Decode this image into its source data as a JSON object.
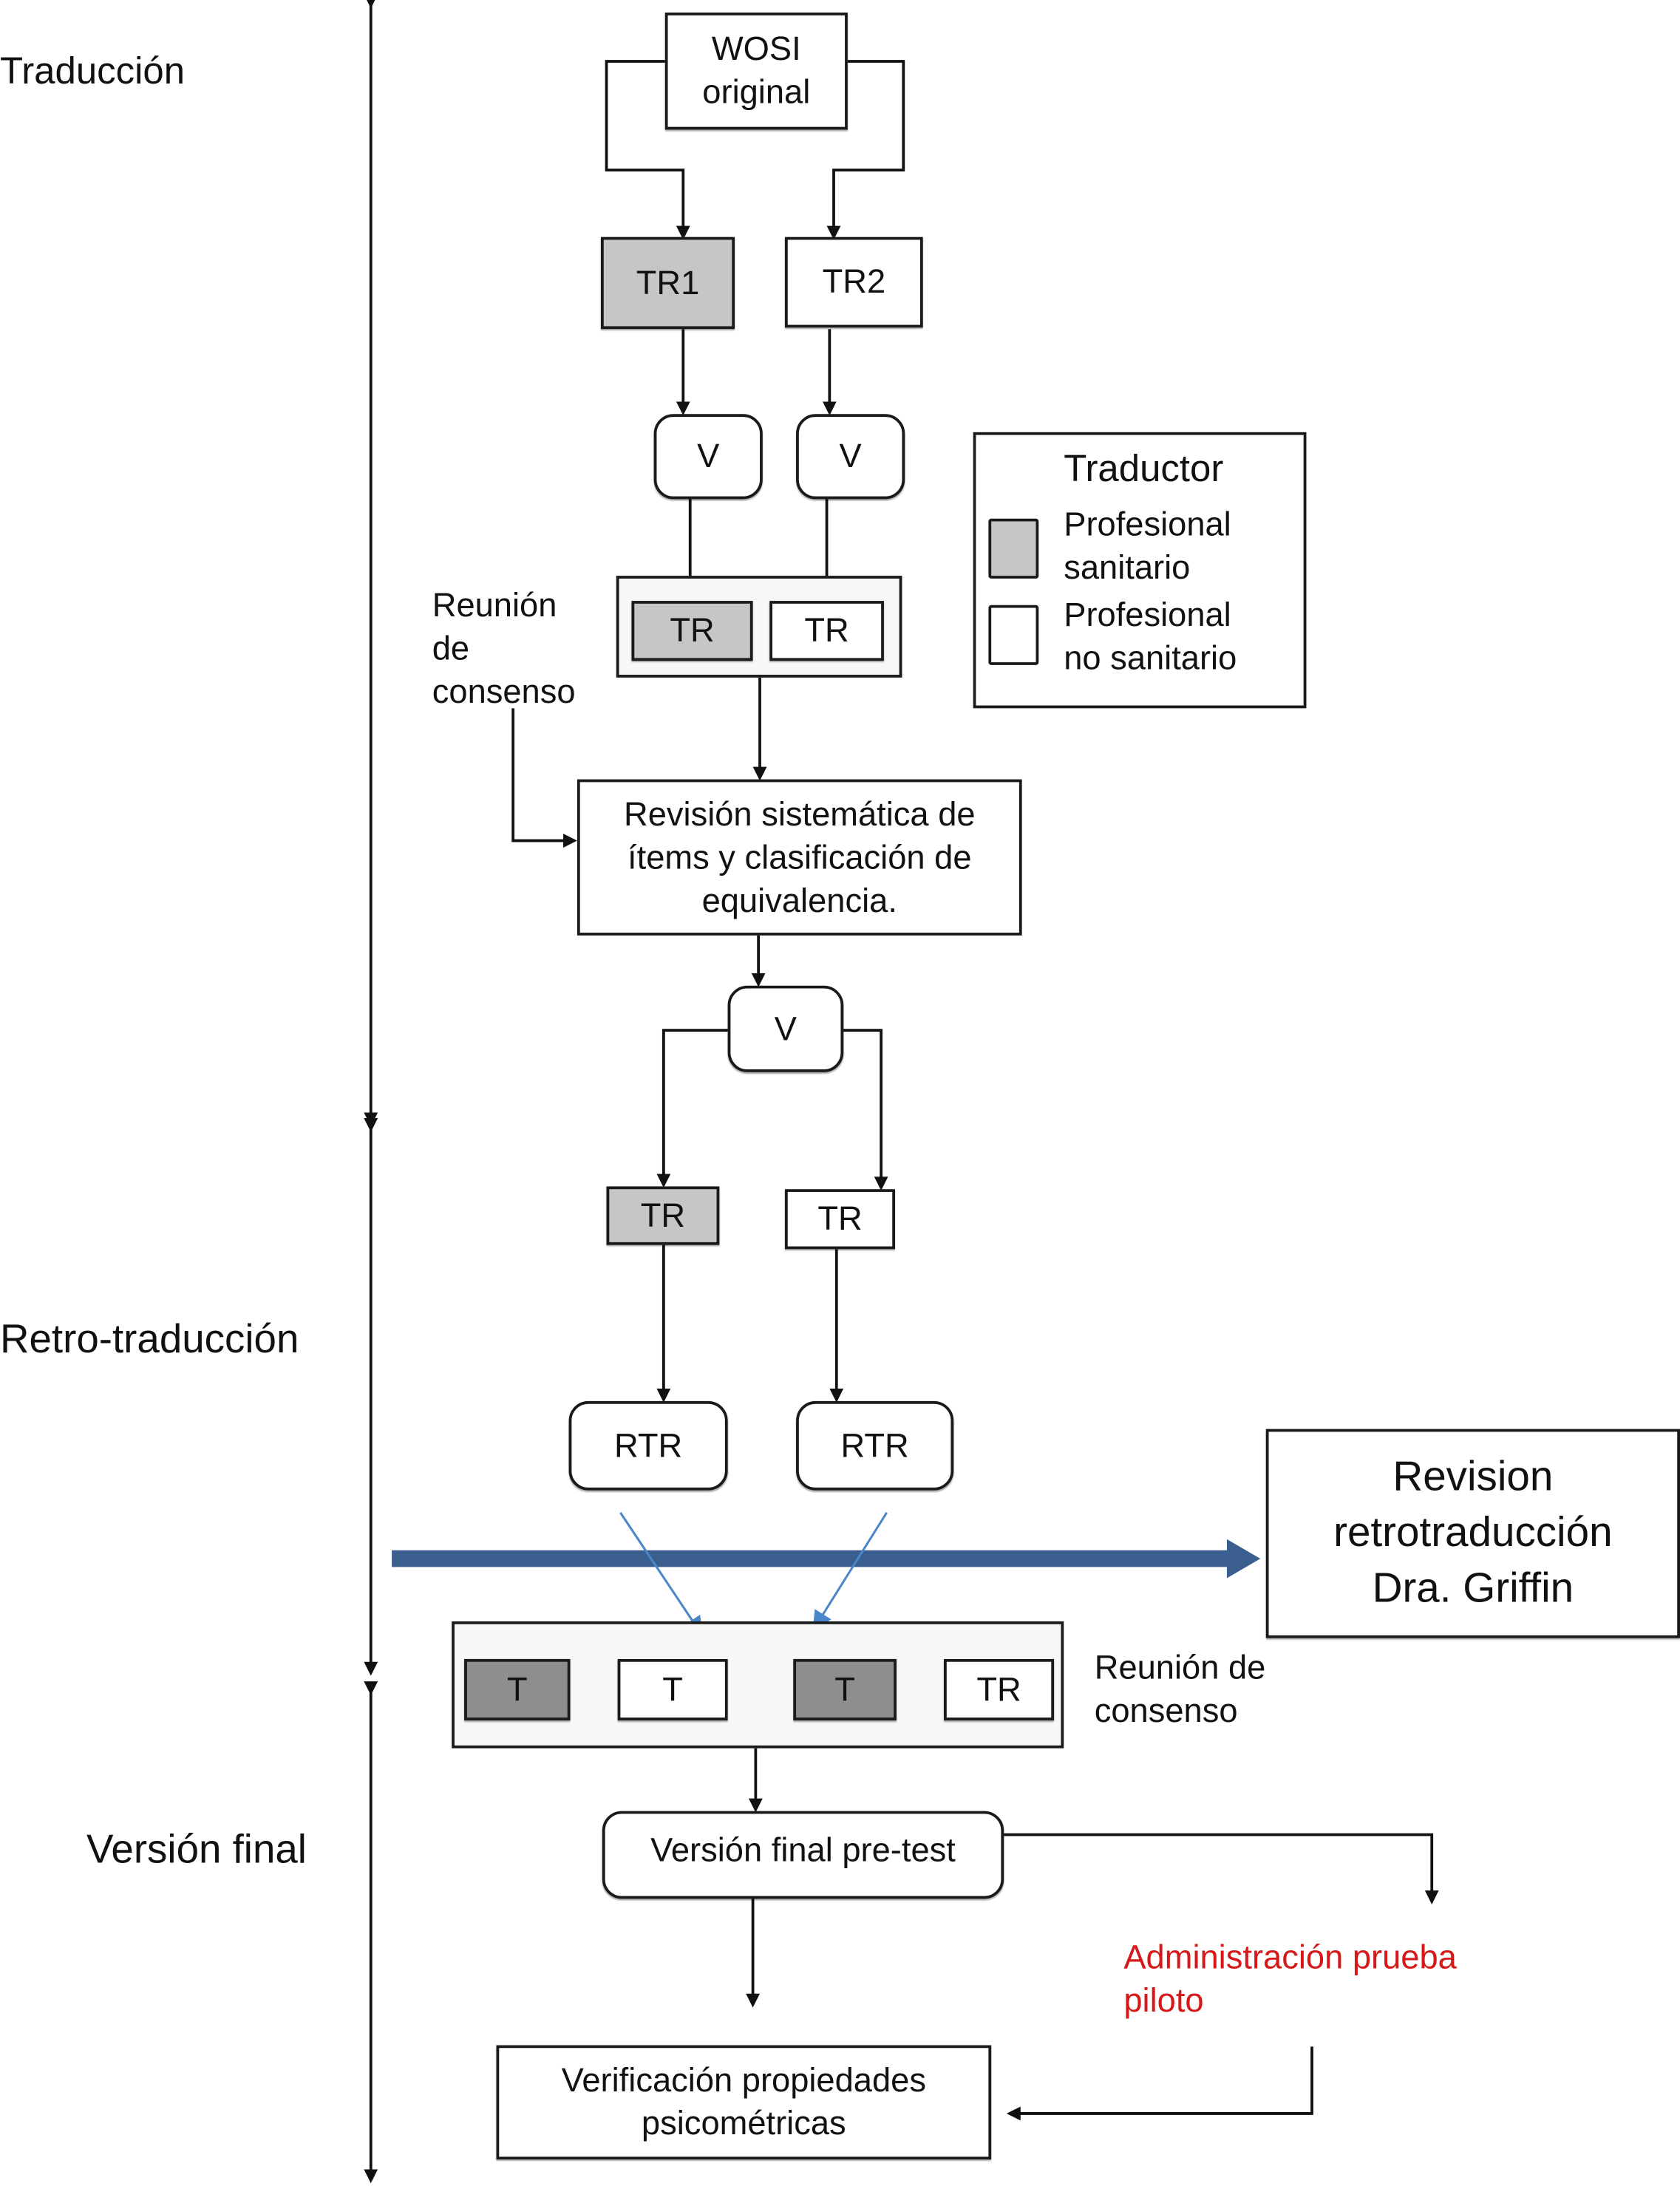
{
  "phases": {
    "translation": "Traducción",
    "back_translation": "Retro-traducción",
    "final_version": "Versión final"
  },
  "nodes": {
    "wosi_original": "WOSI\noriginal",
    "tr1": "TR1",
    "tr2": "TR2",
    "v_left": "V",
    "v_right": "V",
    "consensus1_tr_health": "TR",
    "consensus1_tr_nonhealth": "TR",
    "consensus1_label": "Reunión\nde\nconsenso",
    "systematic_review": "Revisión sistemática de\nítems y clasificación de\nequivalencia.",
    "v_center": "V",
    "bt_tr_health": "TR",
    "bt_tr_nonhealth": "TR",
    "rtr_left": "RTR",
    "rtr_right": "RTR",
    "griffin_review": "Revision\nretrotraducción\nDra. Griffin",
    "consensus2_t1": "T",
    "consensus2_t2": "T",
    "consensus2_t3": "T",
    "consensus2_tr": "TR",
    "consensus2_label": "Reunión de\nconsenso",
    "final_pretest": "Versión final pre-test",
    "pilot": "Administración prueba\npiloto",
    "psychometric": "Verificación propiedades\npsicométricas"
  },
  "legend": {
    "title": "Traductor",
    "items": [
      {
        "label": "Profesional\nsanitario",
        "fill": "#c6c6c6"
      },
      {
        "label": "Profesional\nno sanitario",
        "fill": "#ffffff"
      }
    ]
  },
  "colors": {
    "health_professional": "#c6c6c6",
    "consensus_dark": "#8e8e8e",
    "flow_blue": "#3a5f8f",
    "thin_blue": "#4a86c8",
    "pilot_text": "#d51818"
  }
}
